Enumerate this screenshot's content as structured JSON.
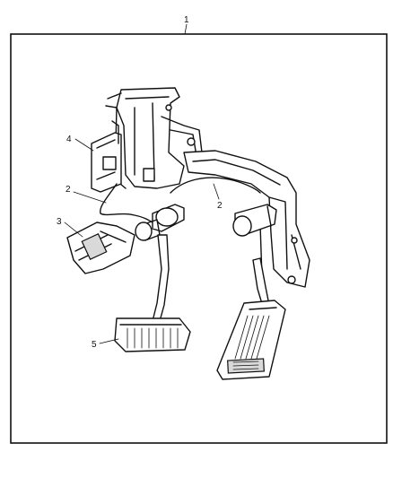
{
  "callouts": {
    "c1": "1",
    "c2a": "2",
    "c2b": "2",
    "c3": "3",
    "c4": "4",
    "c5": "5"
  }
}
